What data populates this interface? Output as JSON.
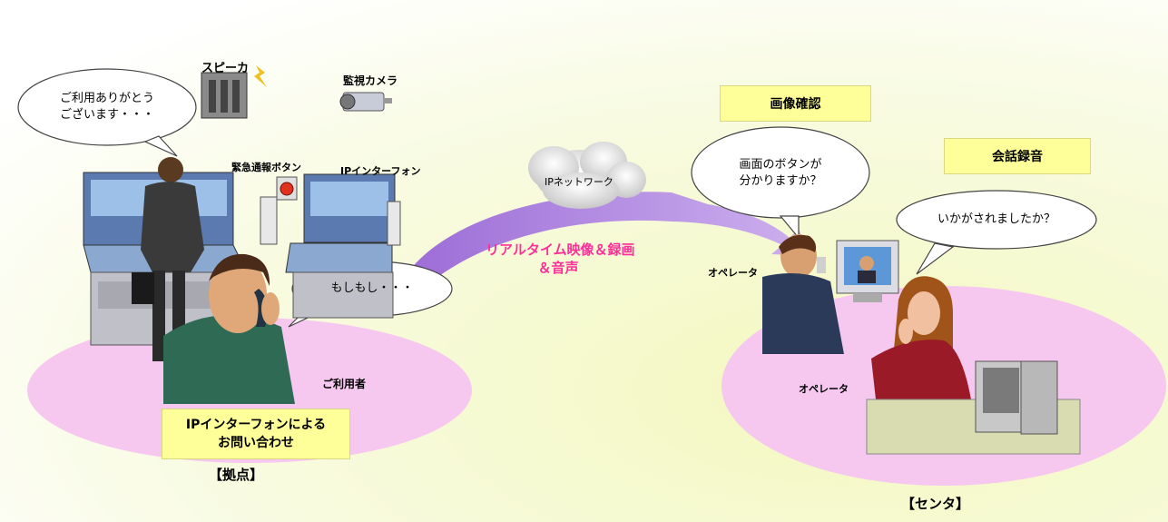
{
  "left_site": {
    "bubble_greeting": [
      "ご利用ありがとう",
      "ございます・・・"
    ],
    "speaker_label": "スピーカ",
    "camera_label": "監視カメラ",
    "emergency_button_label": "緊急通報ボタン",
    "intercom_label": "IPインターフォン",
    "bubble_caller": "もしもし・・・",
    "user_label": "ご利用者",
    "inquiry_box": [
      "IPインターフォンによる",
      "お問い合わせ"
    ],
    "site_caption": "【拠点】"
  },
  "network": {
    "cloud_label": "IPネットワーク",
    "stream_label": [
      "リアルタイム映像＆録画",
      "＆音声"
    ]
  },
  "right_center": {
    "image_confirm_label": "画像確認",
    "call_recording_label": "会話録音",
    "bubble_operator1": [
      "画面のボタンが",
      "分かりますか？"
    ],
    "bubble_operator2": "いかがされましたか？",
    "operator_label_1": "オペレータ",
    "operator_label_2": "オペレータ",
    "center_caption": "【センタ】"
  },
  "colors": {
    "background_tint": "#f4f8c0",
    "ellipse_pink": "#f6c8f0",
    "arrow_purple": "#b28ae0",
    "label_box_yellow": "#ffff99",
    "stream_text_pink": "#ff2f9a"
  }
}
